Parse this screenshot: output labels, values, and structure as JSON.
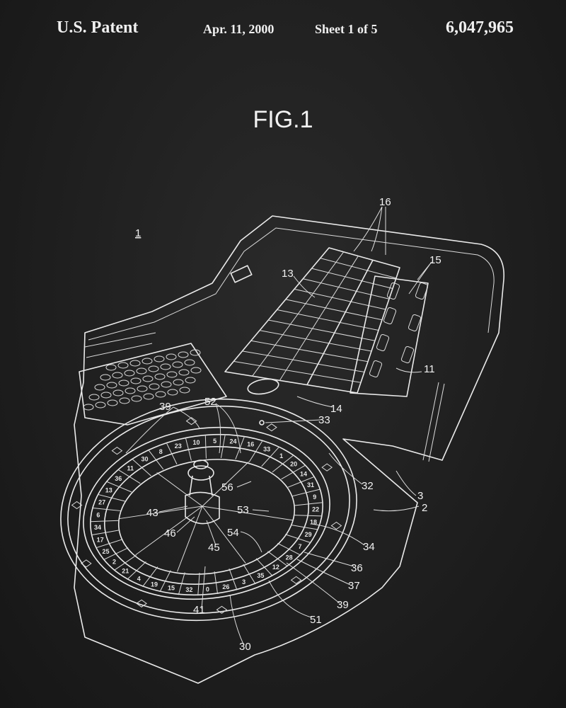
{
  "header": {
    "title": "U.S. Patent",
    "date": "Apr. 11, 2000",
    "sheet": "Sheet 1 of 5",
    "patent_number": "6,047,965"
  },
  "figure": {
    "title": "FIG.1",
    "assembly_ref": "1",
    "labels": [
      "16",
      "15",
      "13",
      "11",
      "14",
      "39",
      "52",
      "33",
      "32",
      "3",
      "2",
      "56",
      "43",
      "53",
      "46",
      "54",
      "45",
      "34",
      "36",
      "37",
      "39",
      "41",
      "51",
      "30"
    ],
    "wheel_numbers": [
      "0",
      "32",
      "15",
      "19",
      "4",
      "21",
      "2",
      "25",
      "17",
      "34",
      "6",
      "27",
      "13",
      "36",
      "11",
      "30",
      "8",
      "23",
      "10",
      "5",
      "24",
      "16",
      "33",
      "1",
      "20",
      "14",
      "31",
      "9",
      "22",
      "18",
      "29",
      "7",
      "28",
      "12",
      "35",
      "3",
      "26"
    ]
  },
  "colors": {
    "background": "#1e1e1e",
    "ink": "#eaeaea"
  }
}
